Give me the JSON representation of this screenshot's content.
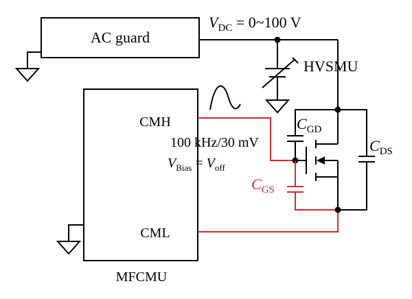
{
  "blocks": {
    "ac_guard": "AC guard",
    "mfcmu": "MFCMU",
    "cmh": "CMH",
    "cml": "CML",
    "hvsmu": "HVSMU"
  },
  "labels": {
    "vdc_main": "V",
    "vdc_sub": "DC",
    "vdc_range": " = 0~100 V",
    "ac_signal": "100 kHz/30 mV",
    "vbias_main": "V",
    "vbias_sub": "Bias",
    "vbias_eq": " = ",
    "voff_main": "V",
    "voff_sub": "off",
    "cgd_main": "C",
    "cgd_sub": "GD",
    "cds_main": "C",
    "cds_sub": "DS",
    "cgs_main": "C",
    "cgs_sub": "GS"
  },
  "colors": {
    "wire": "#000000",
    "ac_path": "#d42a2a"
  },
  "icons": [
    "ground-icon",
    "sine-wave-icon",
    "variable-voltage-source-icon",
    "capacitor-icon",
    "mosfet-icon"
  ]
}
